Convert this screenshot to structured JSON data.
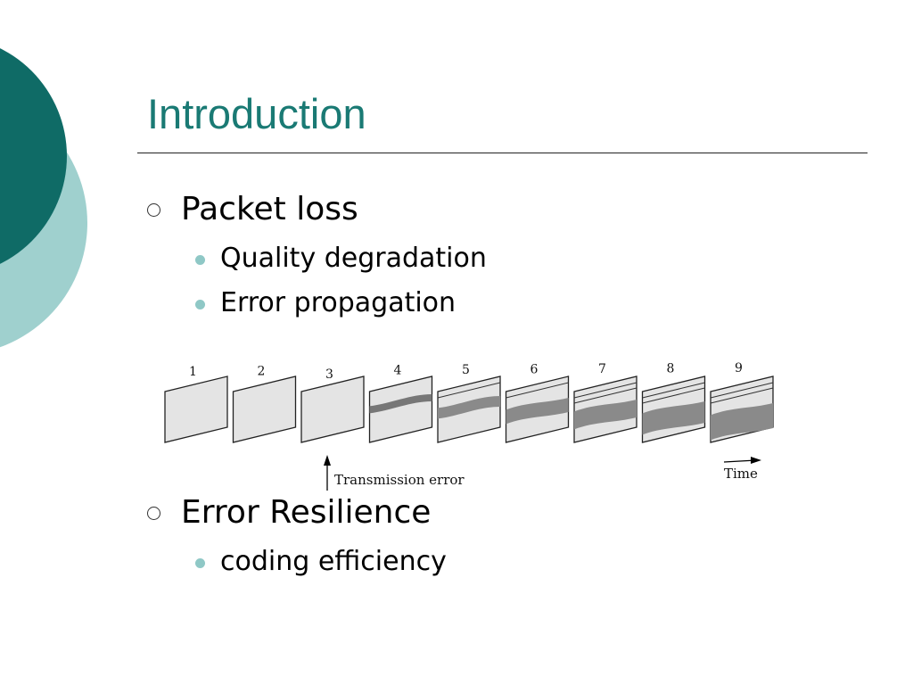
{
  "slide": {
    "title": "Introduction",
    "bullets": [
      {
        "label": "Packet loss",
        "sub": [
          "Quality degradation",
          "Error propagation"
        ]
      },
      {
        "label": "Error Resilience",
        "sub": [
          "coding efficiency"
        ]
      }
    ]
  },
  "figure": {
    "frame_numbers": [
      "1",
      "2",
      "3",
      "4",
      "5",
      "6",
      "7",
      "8",
      "9"
    ],
    "error_label": "Transmission error",
    "time_label": "Time"
  },
  "colors": {
    "dark_teal": "#0f6b66",
    "light_teal": "#9fd0ce",
    "title": "#1a7a74",
    "sub_bullet": "#8fc8c6"
  }
}
